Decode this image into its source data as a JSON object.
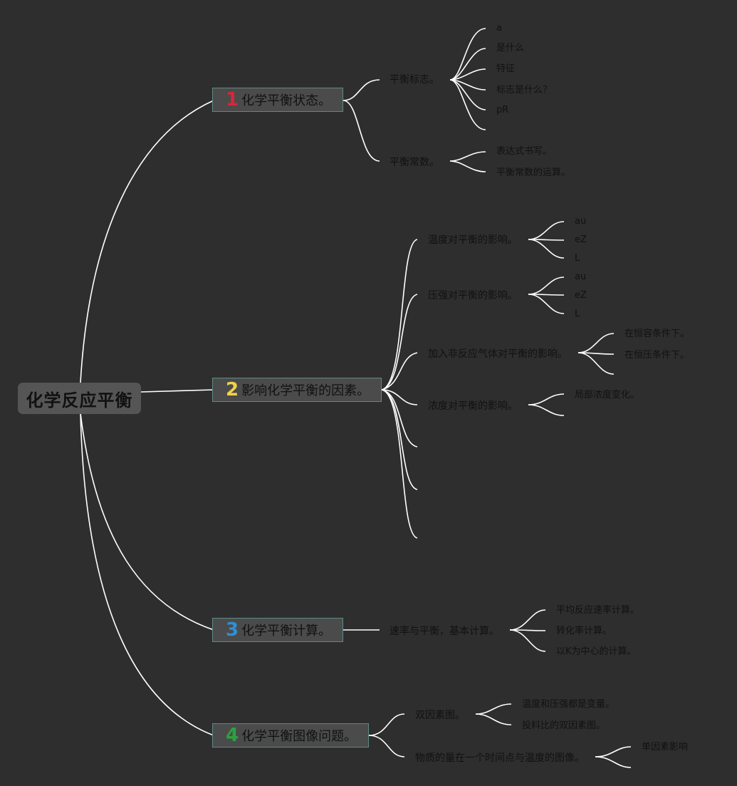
{
  "root": {
    "label": "化学反应平衡"
  },
  "colors": {
    "background": "#2e2e2e",
    "lines": "#ffffff",
    "num1": "#d9263b",
    "num2": "#f0d24a",
    "num3": "#2f8fd8",
    "num4": "#2ea043"
  },
  "branches": [
    {
      "num": "1",
      "label": "化学平衡状态。",
      "children": [
        {
          "label": "平衡标志。",
          "children": [
            "a",
            "是什么",
            "特征",
            "标志是什么？",
            "pR",
            ""
          ]
        },
        {
          "label": "平衡常数。",
          "children": [
            "表达式书写。",
            "平衡常数的运算。"
          ]
        }
      ]
    },
    {
      "num": "2",
      "label": "影响化学平衡的因素。",
      "children": [
        {
          "label": "温度对平衡的影响。",
          "children": [
            "au",
            "eZ",
            "L"
          ]
        },
        {
          "label": "压强对平衡的影响。",
          "children": [
            "au",
            "eZ",
            "L"
          ]
        },
        {
          "label": "加入非反应气体对平衡的影响。",
          "children": [
            "在恒容条件下。",
            "在恒压条件下。",
            ""
          ]
        },
        {
          "label": "浓度对平衡的影响。",
          "children": [
            "局部浓度变化。",
            ""
          ]
        },
        {
          "label": "",
          "children": []
        },
        {
          "label": "",
          "children": []
        },
        {
          "label": "",
          "children": []
        }
      ]
    },
    {
      "num": "3",
      "label": "化学平衡计算。",
      "children": [
        {
          "label": "速率与平衡，基本计算。",
          "children": [
            "平均反应速率计算。",
            "转化率计算。",
            "以K为中心的计算。"
          ]
        }
      ]
    },
    {
      "num": "4",
      "label": "化学平衡图像问题。",
      "children": [
        {
          "label": "双因素图。",
          "children": [
            "温度和压强都是变量。",
            "投料比的双因素图。"
          ]
        },
        {
          "label": "物质的量在一个时间点与温度的图像。",
          "children": [
            "单因素影响",
            ""
          ]
        }
      ]
    }
  ]
}
